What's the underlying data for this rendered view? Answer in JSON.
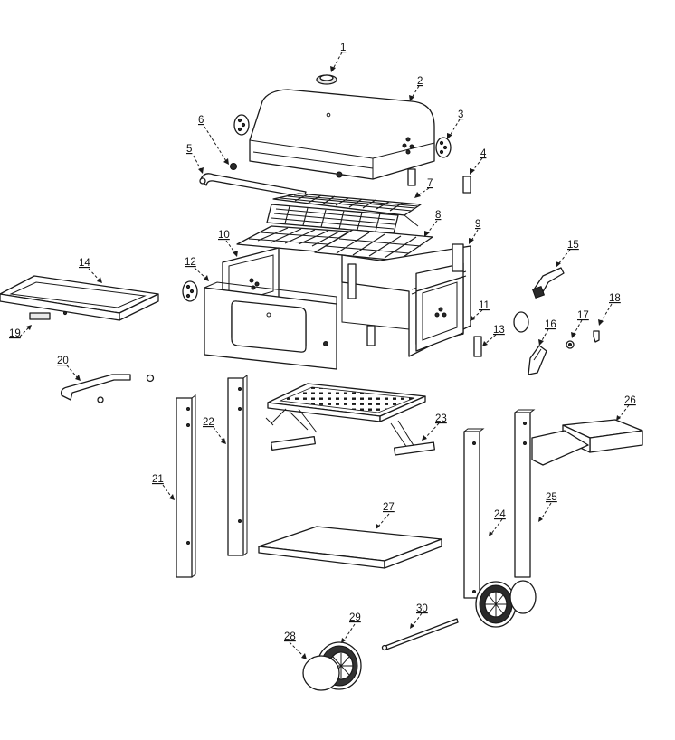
{
  "diagram": {
    "callouts": [
      "1",
      "2",
      "3",
      "4",
      "5",
      "6",
      "7",
      "8",
      "9",
      "10",
      "11",
      "12",
      "13",
      "14",
      "15",
      "16",
      "17",
      "18",
      "19",
      "20",
      "21",
      "22",
      "23",
      "24",
      "25",
      "26",
      "27",
      "28",
      "29",
      "30"
    ]
  }
}
